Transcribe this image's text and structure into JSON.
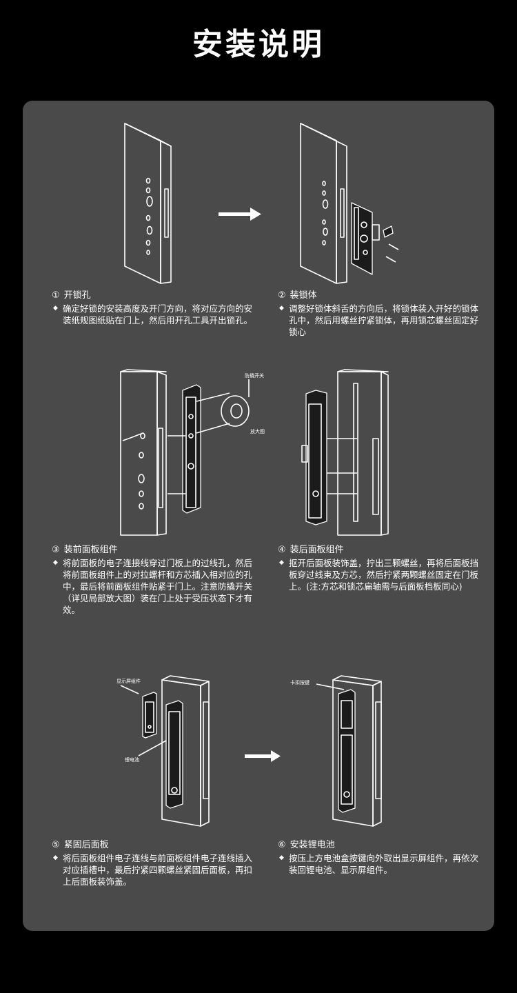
{
  "header": {
    "title": "安装说明"
  },
  "steps": [
    {
      "num": "①",
      "title": "开锁孔",
      "bullet": "◆",
      "text": "确定好锁的安装高度及开门方向，将对应方向的安装纸规图纸贴在门上，然后用开孔工具开出锁孔。"
    },
    {
      "num": "②",
      "title": "装锁体",
      "bullet": "◆",
      "text": "调整好锁体斜舌的方向后，将锁体装入开好的锁体孔中，然后用螺丝拧紧锁体，再用锁芯螺丝固定好锁心"
    },
    {
      "num": "③",
      "title": "装前面板组件",
      "bullet": "◆",
      "text": "将前面板的电子连接线穿过门板上的过线孔，然后将前面板组件上的对拉螺杆和方芯插入相对应的孔中，最后将前面板组件贴紧于门上。注意防撬开关（详见局部放大图）装在门上处于受压状态下才有效。"
    },
    {
      "num": "④",
      "title": "装后面板组件",
      "bullet": "◆",
      "text": "抠开后面板装饰盖，拧出三颗螺丝，再将后面板挡板穿过线束及方芯，然后拧紧两颗螺丝固定在门板上。(注:方芯和锁芯扁轴需与后面板档板同心)"
    },
    {
      "num": "⑤",
      "title": "紧固后面板",
      "bullet": "◆",
      "text": "将后面板组件电子连线与前面板组件电子连线插入对应插槽中，最后拧紧四颗螺丝紧固后面板，再扣上后面板装饰盖。"
    },
    {
      "num": "⑥",
      "title": "安装锂电池",
      "bullet": "◆",
      "text": "按压上方电池盒按键向外取出显示屏组件，再依次装回锂电池、显示屏组件。"
    }
  ],
  "callouts": {
    "anti_pry_switch": "防撬开关",
    "enlarged": "放大图",
    "display_assembly": "显示屏组件",
    "lithium_battery": "锂电池",
    "clip_button": "卡扣按键"
  },
  "icons": [
    "arrow-right-icon",
    "arrow-right-icon"
  ]
}
